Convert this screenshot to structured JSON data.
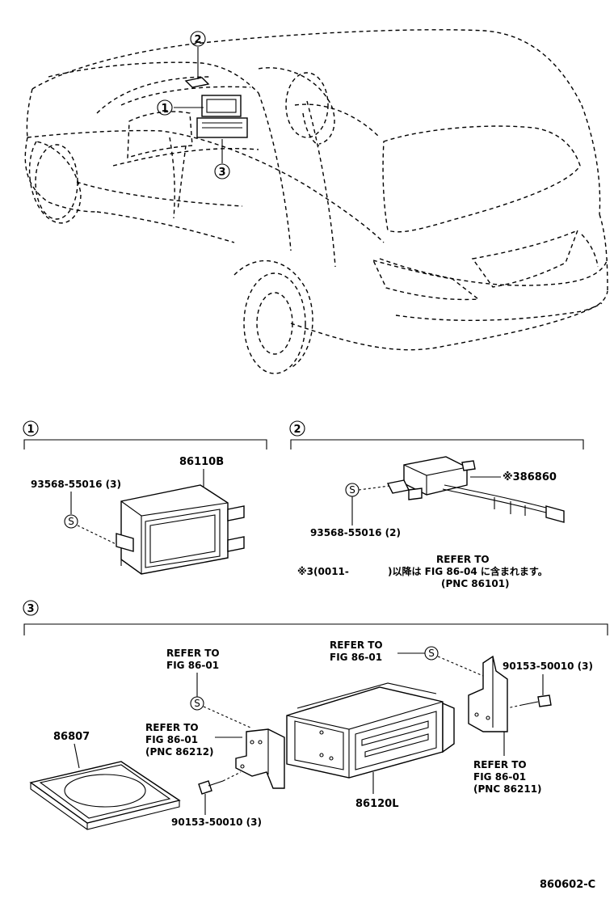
{
  "callouts": {
    "c1": "1",
    "c2": "2",
    "c3": "3"
  },
  "sections": {
    "s1": {
      "marker": "1",
      "part_no": "86110B",
      "screw": "93568-55016 (3)",
      "screw_symbol": "S"
    },
    "s2": {
      "marker": "2",
      "part_no": "※386860",
      "screw": "93568-55016 (2)",
      "screw_symbol": "S",
      "note_line1": "REFER TO",
      "note_line2a": "※3(0011-",
      "note_line2b": ")以降は FIG 86-04  に含まれます。",
      "note_line3": "(PNC 86101)"
    },
    "s3": {
      "marker": "3",
      "refer_a1": "REFER TO",
      "refer_a2": "FIG 86-01",
      "refer_b1": "REFER TO",
      "refer_b2": "FIG 86-01",
      "refer_c1": "REFER TO",
      "refer_c2": "FIG 86-01",
      "refer_c3": "(PNC 86212)",
      "refer_d1": "REFER TO",
      "refer_d2": "FIG 86-01",
      "refer_d3": "(PNC 86211)",
      "bolt_right": "90153-50010 (3)",
      "bolt_left": "90153-50010 (3)",
      "part_plate": "86807",
      "part_bracket": "86120L",
      "screw_symbol": "S"
    }
  },
  "figure_code": "860602-C"
}
